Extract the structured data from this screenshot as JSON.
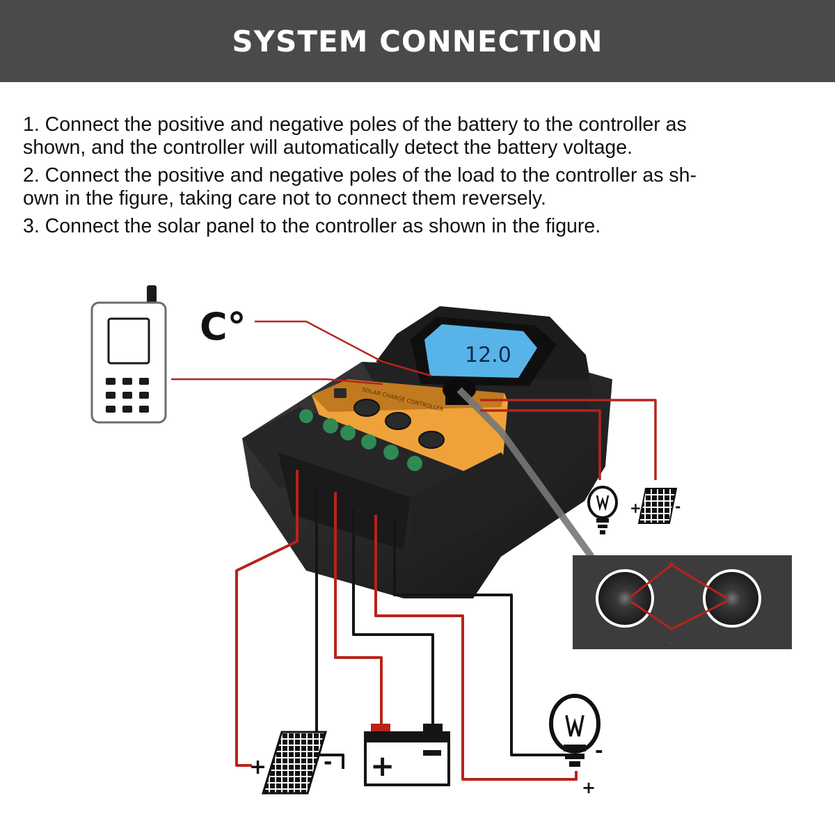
{
  "header": {
    "title": "SYSTEM CONNECTION"
  },
  "instructions": [
    {
      "line1": "1. Connect the positive and negative poles of the battery to the controller as",
      "line2": "shown, and the controller will automatically detect the battery voltage."
    },
    {
      "line1": "2. Connect the positive and negative poles of the load to the controller as sh-",
      "line2": "own in the figure, taking care not to connect them reversely."
    },
    {
      "line1": "3. Connect the solar panel to the controller as shown in the figure.",
      "line2": ""
    }
  ],
  "diagram": {
    "temperature_label": "C°",
    "lcd_reading": "12.0",
    "panel_label": "SOLAR CHARGE CONTROLLER",
    "plus": "+",
    "minus": "-",
    "colors": {
      "wire_red": "#b8231a",
      "wire_black": "#151515",
      "controller_orange": "#f0a23a",
      "lcd_blue": "#58b4e8",
      "terminal_green": "#2f8a54",
      "header_bg": "#4a4a4a"
    },
    "icons": [
      "phone-icon",
      "lightbulb-icon",
      "solar-panel-icon",
      "battery-icon",
      "usb-port-icon"
    ]
  }
}
